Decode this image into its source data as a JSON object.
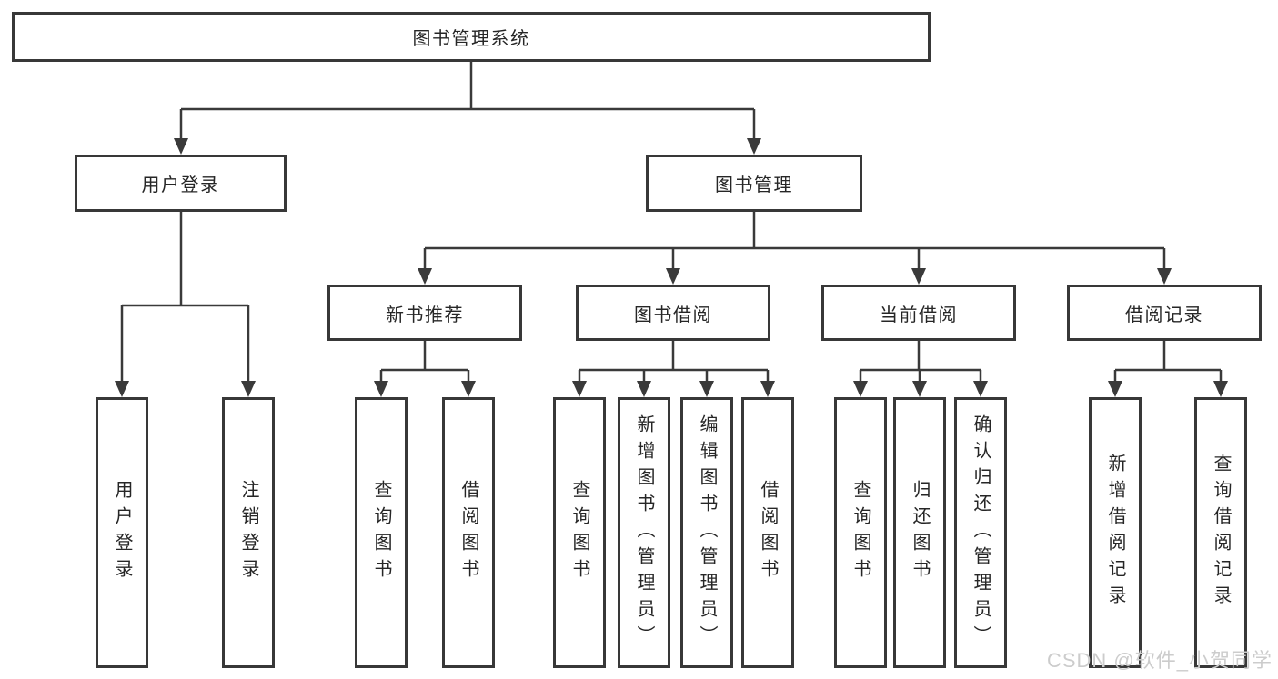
{
  "diagram": {
    "colors": {
      "background": "#ffffff",
      "line": "#3a3a3a",
      "box_border": "#383838",
      "text": "#262626",
      "watermark": "#cccccc"
    },
    "tree": {
      "label": "图书管理系统",
      "children": [
        {
          "label": "用户登录",
          "children": [
            {
              "label": "用户登录"
            },
            {
              "label": "注销登录"
            }
          ]
        },
        {
          "label": "图书管理",
          "children": [
            {
              "label": "新书推荐",
              "children": [
                {
                  "label": "查询图书"
                },
                {
                  "label": "借阅图书"
                }
              ]
            },
            {
              "label": "图书借阅",
              "children": [
                {
                  "label": "查询图书"
                },
                {
                  "label": "新增图书（管理员）"
                },
                {
                  "label": "编辑图书（管理员）"
                },
                {
                  "label": "借阅图书"
                }
              ]
            },
            {
              "label": "当前借阅",
              "children": [
                {
                  "label": "查询图书"
                },
                {
                  "label": "归还图书"
                },
                {
                  "label": "确认归还（管理员）"
                }
              ]
            },
            {
              "label": "借阅记录",
              "children": [
                {
                  "label": "新增借阅记录"
                },
                {
                  "label": "查询借阅记录"
                }
              ]
            }
          ]
        }
      ]
    },
    "watermark": {
      "text": "CSDN @软件_小贺同学"
    }
  }
}
